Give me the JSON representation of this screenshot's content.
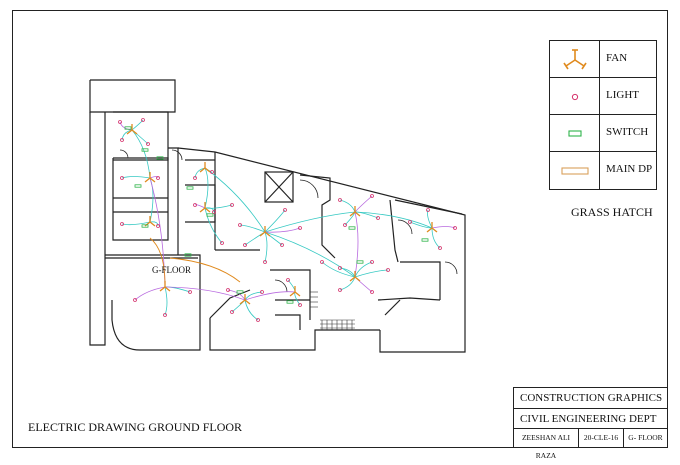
{
  "legend": {
    "items": [
      {
        "label": "FAN",
        "icon": "fan-icon",
        "color": "#e08a1e"
      },
      {
        "label": "LIGHT",
        "icon": "light-icon",
        "color": "#d6336c"
      },
      {
        "label": "SWITCH",
        "icon": "switch-icon",
        "color": "#2fb34a"
      },
      {
        "label": "MAIN DP",
        "icon": "main-dp-icon",
        "color": "#d9a05b"
      }
    ]
  },
  "hatch_label": "GRASS HATCH",
  "room_label": "G-FLOOR",
  "drawing_title": "ELECTRIC DRAWING GROUND FLOOR",
  "title_block": {
    "line1": "CONSTRUCTION GRAPHICS",
    "line2": "CIVIL ENGINEERING DEPT",
    "author": "ZEESHAN ALI RAZA",
    "roll": "20-CLE-16",
    "sheet": "G- FLOOR"
  },
  "colors": {
    "wire": "#37c9c3",
    "wire_alt": "#b86adf",
    "fan": "#e08a1e",
    "light": "#d6336c",
    "switch": "#2fb34a",
    "dp": "#d9a05b"
  }
}
